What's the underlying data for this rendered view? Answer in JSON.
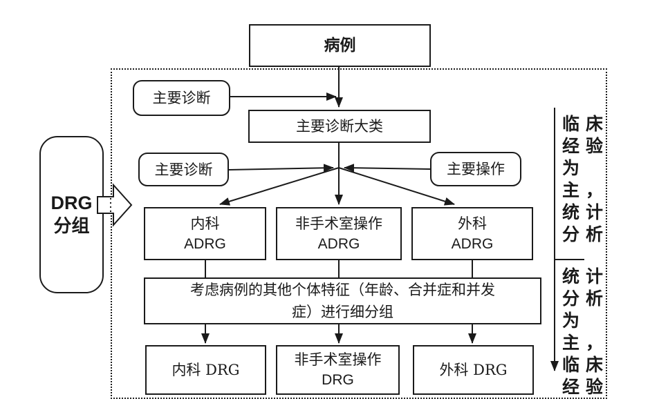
{
  "diagram": {
    "case_box": "病例",
    "side_label": {
      "line1": "DRG",
      "line2": "分组"
    },
    "primary_diagnosis_top": "主要诊断",
    "mdc_box": "主要诊断大类",
    "primary_diagnosis_mid": "主要诊断",
    "primary_operation": "主要操作",
    "adrg_internal": {
      "line1": "内科",
      "line2": "ADRG"
    },
    "adrg_non_or": {
      "line1": "非手术室操作",
      "line2": "ADRG"
    },
    "adrg_surgical": {
      "line1": "外科",
      "line2": "ADRG"
    },
    "subdivision_box": {
      "line1": "考虑病例的其他个体特征（年龄、合并症和并发",
      "line2": "症）进行细分组"
    },
    "drg_internal": "内科 DRG",
    "drg_non_or": {
      "line1": "非手术室操作",
      "line2": "DRG"
    },
    "drg_surgical": "外科 DRG",
    "annotation_top": {
      "reading": "临床经验为主，统计分析",
      "rows": [
        "临床",
        "经验",
        "为",
        "主，",
        "统计",
        "分析"
      ]
    },
    "annotation_bottom": {
      "reading": "统计分析为主，临床经验",
      "rows": [
        "统计",
        "分析",
        "为",
        "主，",
        "临床",
        "经验"
      ]
    },
    "colors": {
      "ink": "#1a1a1a",
      "background": "#ffffff"
    }
  }
}
